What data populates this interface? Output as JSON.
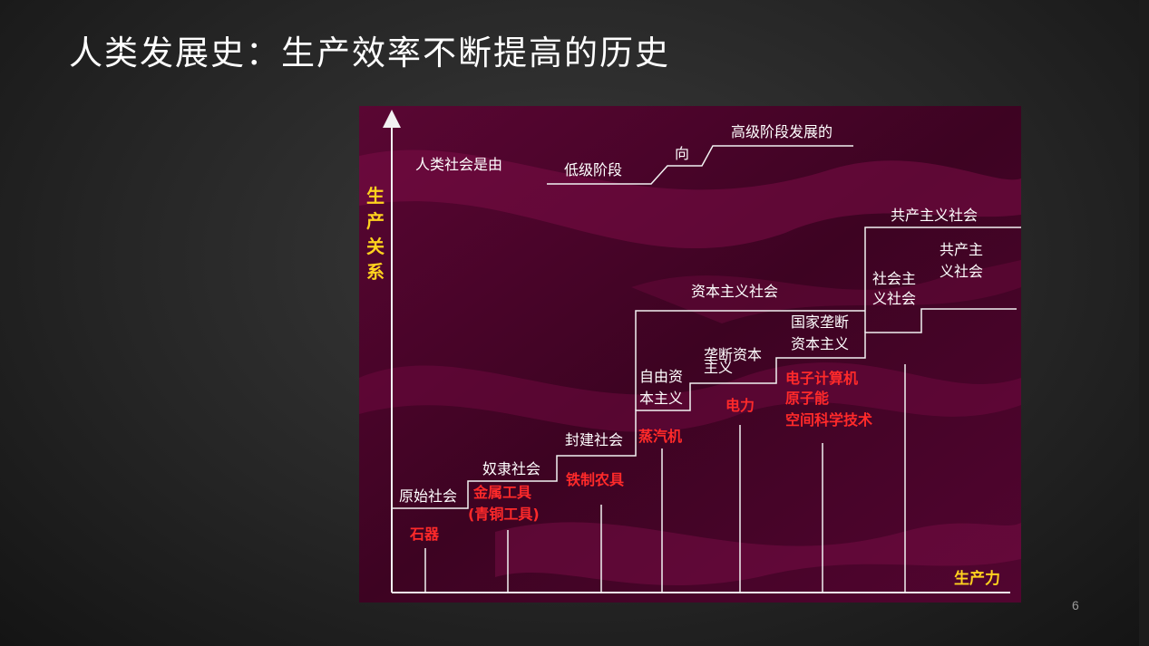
{
  "slide": {
    "title": "人类发展史：生产效率不断提高的历史",
    "page_number": "6"
  },
  "diagram": {
    "intro": {
      "prefix": "人类社会是由",
      "low": "低级阶段",
      "to": "向",
      "high": "高级阶段发展的"
    },
    "y_axis_label": [
      "生",
      "产",
      "关",
      "系"
    ],
    "x_axis_label": "生产力",
    "stages": {
      "primitive": "原始社会",
      "slave": "奴隶社会",
      "feudal": "封建社会",
      "free_cap_1": "自由资",
      "free_cap_2": "本主义",
      "monopoly_1": "垄断资本",
      "monopoly_2": "主义",
      "state_mono_1": "国家垄断",
      "state_mono_2": "资本主义",
      "capitalism": "资本主义社会",
      "socialism_1": "社会主",
      "socialism_2": "义社会",
      "communism": "共产主义社会",
      "communism_sub_1": "共产主",
      "communism_sub_2": "义社会"
    },
    "productive_forces": {
      "stone": "石器",
      "metal_1": "金属工具",
      "metal_2": "(青铜工具)",
      "iron": "铁制农具",
      "steam": "蒸汽机",
      "electric": "电力",
      "modern_1": "电子计算机",
      "modern_2": "原子能",
      "modern_3": "空间科学技术"
    },
    "colors": {
      "background": "#4a0428",
      "line": "#f2f2f2",
      "red_text": "#ff2a2a",
      "yellow_text": "#ffd21e"
    }
  }
}
